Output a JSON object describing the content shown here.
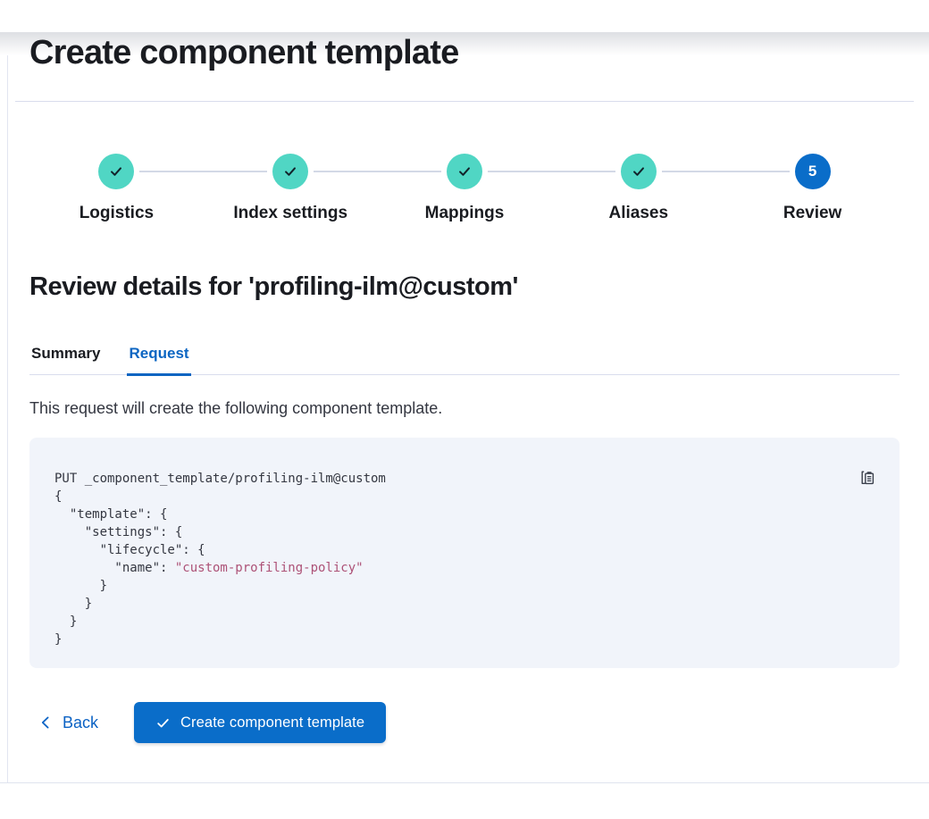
{
  "page": {
    "title": "Create component template"
  },
  "stepper": {
    "steps": [
      {
        "label": "Logistics",
        "status": "complete"
      },
      {
        "label": "Index settings",
        "status": "complete"
      },
      {
        "label": "Mappings",
        "status": "complete"
      },
      {
        "label": "Aliases",
        "status": "complete"
      },
      {
        "label": "Review",
        "status": "current",
        "number": "5"
      }
    ]
  },
  "review": {
    "heading": "Review details for 'profiling-ilm@custom'",
    "tabs": [
      {
        "label": "Summary",
        "active": false
      },
      {
        "label": "Request",
        "active": true
      }
    ],
    "description": "This request will create the following component template."
  },
  "code_block": {
    "copy_icon": "clipboard-icon",
    "lines": [
      [
        [
          "plain",
          "PUT _component_template/profiling-ilm@custom"
        ]
      ],
      [
        [
          "plain",
          "{"
        ]
      ],
      [
        [
          "plain",
          "  \"template\": {"
        ]
      ],
      [
        [
          "plain",
          "    \"settings\": {"
        ]
      ],
      [
        [
          "plain",
          "      \"lifecycle\": {"
        ]
      ],
      [
        [
          "plain",
          "        \"name\": "
        ],
        [
          "string",
          "\"custom-profiling-policy\""
        ]
      ],
      [
        [
          "plain",
          "      }"
        ]
      ],
      [
        [
          "plain",
          "    }"
        ]
      ],
      [
        [
          "plain",
          "  }"
        ]
      ],
      [
        [
          "plain",
          "}"
        ]
      ]
    ]
  },
  "footer": {
    "back_label": "Back",
    "submit_label": "Create component template"
  },
  "colors": {
    "primary_blue": "#0a6dc9",
    "link_blue": "#0b62c4",
    "step_complete_teal": "#50d6c4",
    "code_string_pink": "#ad5277",
    "code_text": "#343741",
    "code_background": "#f1f4fa",
    "divider": "#d9dded"
  }
}
